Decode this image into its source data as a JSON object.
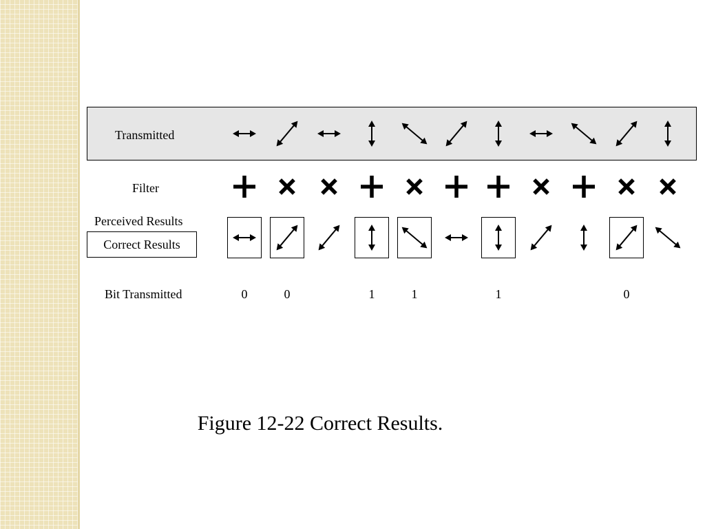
{
  "labels": {
    "transmitted": "Transmitted",
    "filter": "Filter",
    "perceived_results": "Perceived Results",
    "correct_results": "Correct Results",
    "bit_transmitted": "Bit Transmitted"
  },
  "caption": "Figure 12-22  Correct Results.",
  "columns": [
    {
      "transmitted": "horizontal",
      "filter": "rectilinear",
      "perceived": "horizontal",
      "correct": true,
      "bit": "0"
    },
    {
      "transmitted": "diagonal-ne",
      "filter": "diagonal",
      "perceived": "diagonal-ne",
      "correct": true,
      "bit": "0"
    },
    {
      "transmitted": "horizontal",
      "filter": "diagonal",
      "perceived": "diagonal-ne",
      "correct": false,
      "bit": ""
    },
    {
      "transmitted": "vertical",
      "filter": "rectilinear",
      "perceived": "vertical",
      "correct": true,
      "bit": "1"
    },
    {
      "transmitted": "diagonal-nw",
      "filter": "diagonal",
      "perceived": "diagonal-nw",
      "correct": true,
      "bit": "1"
    },
    {
      "transmitted": "diagonal-ne",
      "filter": "rectilinear",
      "perceived": "horizontal",
      "correct": false,
      "bit": ""
    },
    {
      "transmitted": "vertical",
      "filter": "rectilinear",
      "perceived": "vertical",
      "correct": true,
      "bit": "1"
    },
    {
      "transmitted": "horizontal",
      "filter": "diagonal",
      "perceived": "diagonal-ne",
      "correct": false,
      "bit": ""
    },
    {
      "transmitted": "diagonal-nw",
      "filter": "rectilinear",
      "perceived": "vertical",
      "correct": false,
      "bit": ""
    },
    {
      "transmitted": "diagonal-ne",
      "filter": "diagonal",
      "perceived": "diagonal-ne",
      "correct": true,
      "bit": "0"
    },
    {
      "transmitted": "vertical",
      "filter": "diagonal",
      "perceived": "diagonal-nw",
      "correct": false,
      "bit": ""
    }
  ]
}
